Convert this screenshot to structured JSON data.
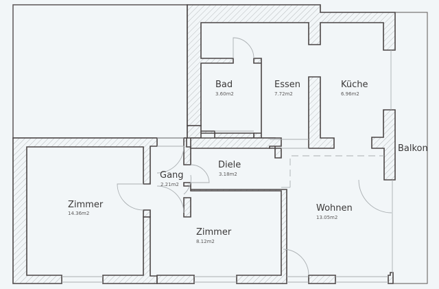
{
  "floor_plan": {
    "rooms": [
      {
        "id": "bad",
        "name": "Bad",
        "area": "3.60m2"
      },
      {
        "id": "essen",
        "name": "Essen",
        "area": "7.72m2"
      },
      {
        "id": "kueche",
        "name": "Küche",
        "area": "6.96m2"
      },
      {
        "id": "balkon",
        "name": "Balkon",
        "area": ""
      },
      {
        "id": "gang",
        "name": "Gang",
        "area": "2.21m2"
      },
      {
        "id": "diele",
        "name": "Diele",
        "area": "3.18m2"
      },
      {
        "id": "zimmer1",
        "name": "Zimmer",
        "area": "14.36m2"
      },
      {
        "id": "zimmer2",
        "name": "Zimmer",
        "area": "8.12m2"
      },
      {
        "id": "wohnen",
        "name": "Wohnen",
        "area": "13.05m2"
      }
    ],
    "colors": {
      "background": "#f2f6f8",
      "wall_stroke": "#4a4545",
      "hatch": "#b5b9bb",
      "text": "#3a3838"
    }
  }
}
